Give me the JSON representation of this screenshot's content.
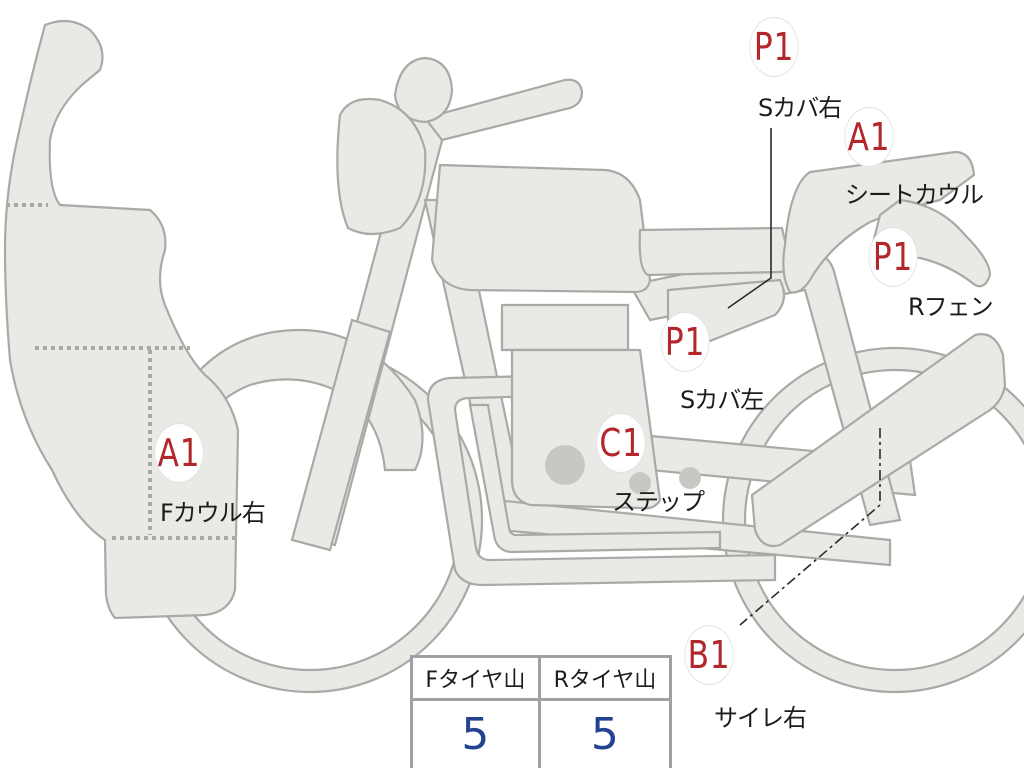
{
  "parts": [
    {
      "id": "s-cover-right",
      "grade": "P1",
      "name": "Sカバ右"
    },
    {
      "id": "seat-cowl",
      "grade": "A1",
      "name": "シートカウル"
    },
    {
      "id": "rear-fender",
      "grade": "P1",
      "name": "Rフェン"
    },
    {
      "id": "s-cover-left",
      "grade": "P1",
      "name": "Sカバ左"
    },
    {
      "id": "front-cowl-right",
      "grade": "A1",
      "name": "Fカウル右"
    },
    {
      "id": "step",
      "grade": "C1",
      "name": "ステップ"
    },
    {
      "id": "silencer-right",
      "grade": "B1",
      "name": "サイレ右"
    }
  ],
  "tire_tread": {
    "headers": [
      "Fタイヤ山",
      "Rタイヤ山"
    ],
    "values": [
      "5",
      "5"
    ]
  },
  "colors": {
    "body_fill": "#e9e9e6",
    "body_stroke": "#a9aaa6",
    "grade_text": "#b3262b",
    "tire_value_text": "#23428f"
  }
}
